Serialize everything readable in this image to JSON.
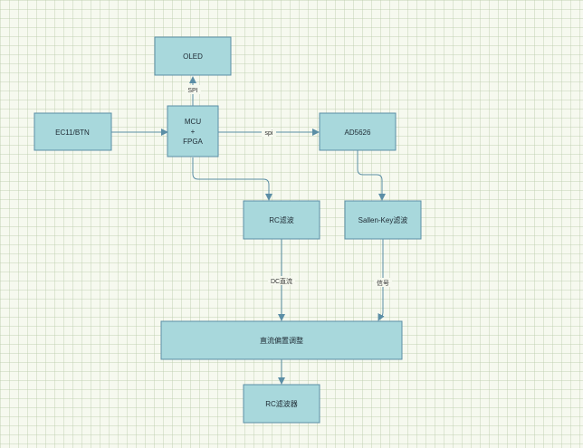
{
  "nodes": {
    "oled": "OLED",
    "ec11": "EC11/BTN",
    "mcu_line1": "MCU",
    "mcu_line2": "+",
    "mcu_line3": "FPGA",
    "ad5626": "AD5626",
    "rc_filter": "RC滤波",
    "sallen_key": "Sallen-Key滤波",
    "dc_adjust": "直流偏置调整",
    "rc_filter_out": "RC滤波器"
  },
  "edges": {
    "spi_upper": "SPI",
    "spi_lower": "spi",
    "dc": "DC直流",
    "signal": "信号"
  },
  "colors": {
    "box_fill": "#a8d8dc",
    "box_stroke": "#5b8ea6",
    "edge": "#5b8ea6",
    "background": "#f6f9ef"
  }
}
